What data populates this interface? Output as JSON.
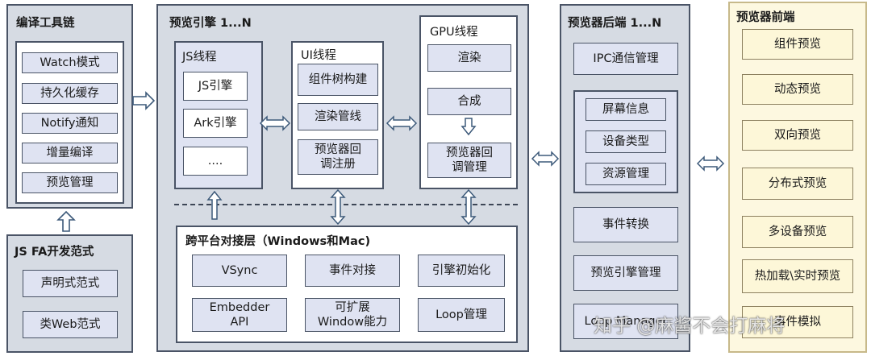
{
  "toolchain": {
    "title": "编译工具链",
    "items": [
      "Watch模式",
      "持久化缓存",
      "Notify通知",
      "增量编译",
      "预览管理"
    ]
  },
  "js_fa": {
    "title": "JS FA开发范式",
    "items": [
      "声明式范式",
      "类Web范式"
    ]
  },
  "engine": {
    "title": "预览引擎 1...N",
    "js_thread": {
      "title": "JS线程",
      "items": [
        "JS引擎",
        "Ark引擎",
        "...."
      ]
    },
    "ui_thread": {
      "title": "UI线程",
      "items": [
        "组件树构建",
        "渲染管线",
        "预览器回调注册"
      ]
    },
    "gpu_thread": {
      "title": "GPU线程",
      "items": [
        "渲染",
        "合成",
        "预览器回调管理"
      ]
    },
    "platform": {
      "title": "跨平台对接层（Windows和Mac)",
      "items": [
        "VSync",
        "事件对接",
        "引擎初始化",
        "Embedder API",
        "可扩展Window能力",
        "Loop管理"
      ]
    }
  },
  "backend": {
    "title": "预览器后端 1...N",
    "ipc": "IPC通信管理",
    "device_items": [
      "屏幕信息",
      "设备类型",
      "资源管理"
    ],
    "items": [
      "事件转换",
      "预览引擎管理",
      "Loop Manager"
    ]
  },
  "frontend": {
    "title": "预览器前端",
    "items": [
      "组件预览",
      "动态预览",
      "双向预览",
      "分布式预览",
      "多设备预览",
      "热加载\\实时预览",
      "事件模拟"
    ]
  },
  "watermark": "知乎 @麻酱不会打麻将"
}
